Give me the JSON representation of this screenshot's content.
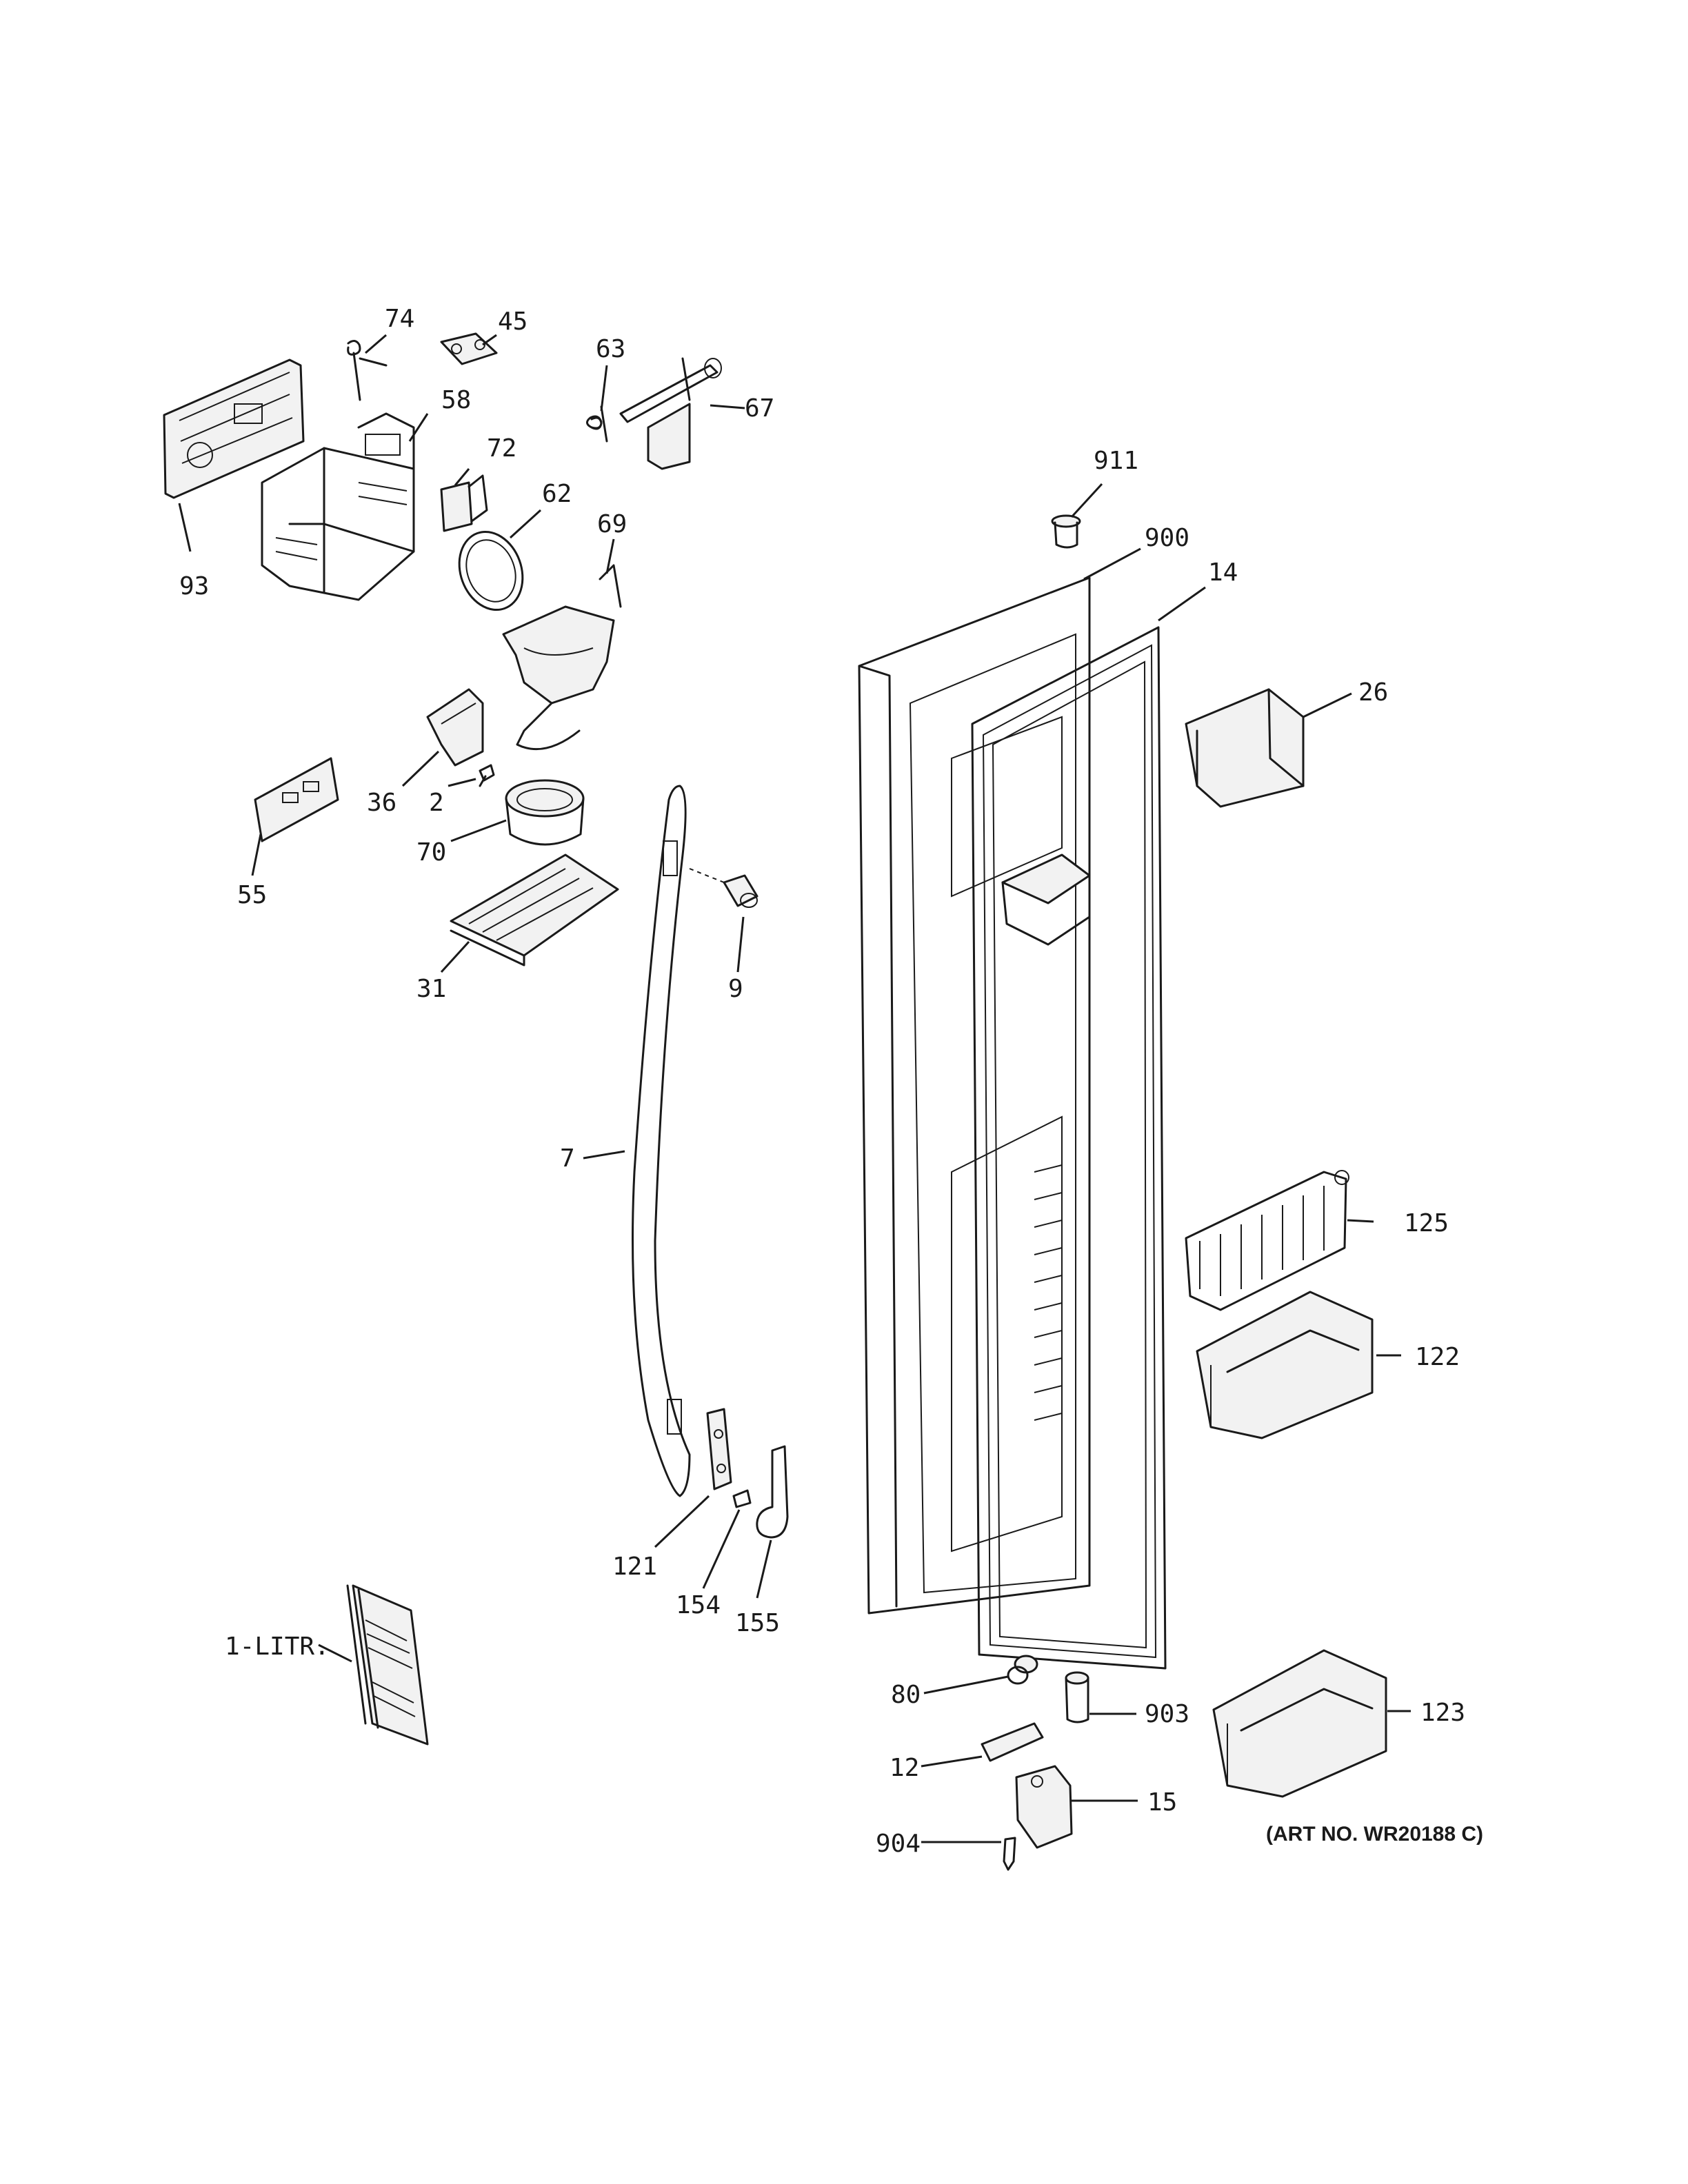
{
  "callouts": {
    "c74": "74",
    "c45": "45",
    "c63": "63",
    "c67": "67",
    "c58": "58",
    "c72": "72",
    "c93": "93",
    "c62": "62",
    "c69": "69",
    "c911": "911",
    "c900": "900",
    "c14": "14",
    "c26": "26",
    "c36": "36",
    "c2": "2",
    "c70": "70",
    "c55": "55",
    "c31": "31",
    "c9": "9",
    "c7": "7",
    "c125": "125",
    "c122": "122",
    "c121": "121",
    "c154": "154",
    "c155": "155",
    "c1litr": "1-LITR.",
    "c80": "80",
    "c903": "903",
    "c123": "123",
    "c12": "12",
    "c15": "15",
    "c904": "904"
  },
  "art_number": "(ART NO. WR20188 C)"
}
